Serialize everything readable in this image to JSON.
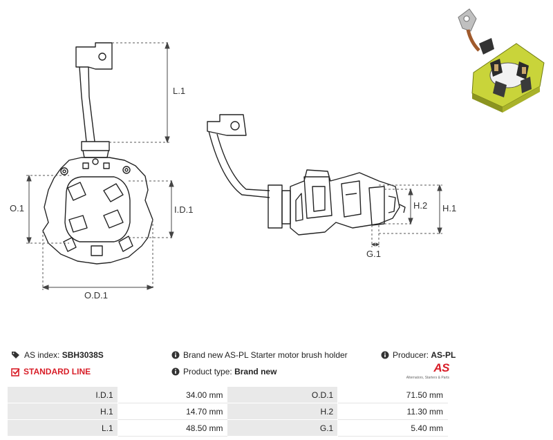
{
  "drawing": {
    "labels": {
      "l1": "L.1",
      "o1": "O.1",
      "id1": "I.D.1",
      "od1": "O.D.1",
      "h2": "H.2",
      "h1": "H.1",
      "g1": "G.1"
    }
  },
  "info": {
    "as_index_label": "AS index:",
    "as_index_value": "SBH3038S",
    "standard_line": "STANDARD LINE",
    "description": "Brand new AS-PL Starter motor brush holder",
    "product_type_label": "Product type:",
    "product_type_value": "Brand new",
    "producer_label": "Producer:",
    "producer_value": "AS-PL"
  },
  "logo": {
    "mark": "AS",
    "tagline": "Alternators, Starters & Parts"
  },
  "specs": [
    {
      "l1": "I.D.1",
      "v1": "34.00 mm",
      "l2": "O.D.1",
      "v2": "71.50 mm"
    },
    {
      "l1": "H.1",
      "v1": "14.70 mm",
      "l2": "H.2",
      "v2": "11.30 mm"
    },
    {
      "l1": "L.1",
      "v1": "48.50 mm",
      "l2": "G.1",
      "v2": "5.40 mm"
    }
  ],
  "colors": {
    "accent": "#d81e28",
    "label_bg": "#e9e9e9",
    "board": "#c9d43a"
  }
}
